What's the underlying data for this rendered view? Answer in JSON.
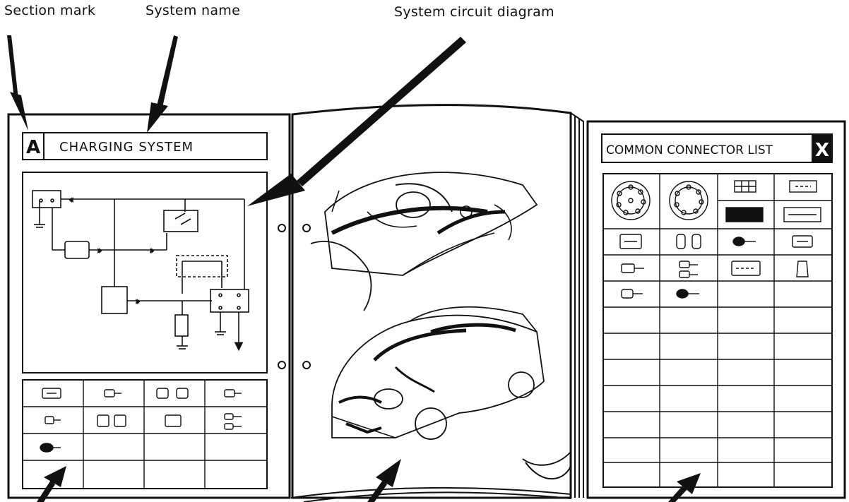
{
  "callouts": {
    "section_mark": "Section mark",
    "system_name": "System name",
    "system_circuit_diagram": "System circuit diagram"
  },
  "left_page": {
    "section_letter": "A",
    "system_title": "CHARGING SYSTEM",
    "connector_table": {
      "rows": 4,
      "cols": 4
    }
  },
  "right_page": {
    "title": "COMMON CONNECTOR LIST",
    "section_letter": "X",
    "connector_table": {
      "rows": 12,
      "cols": 4
    }
  },
  "colors": {
    "ink": "#111111",
    "paper": "#ffffff"
  }
}
